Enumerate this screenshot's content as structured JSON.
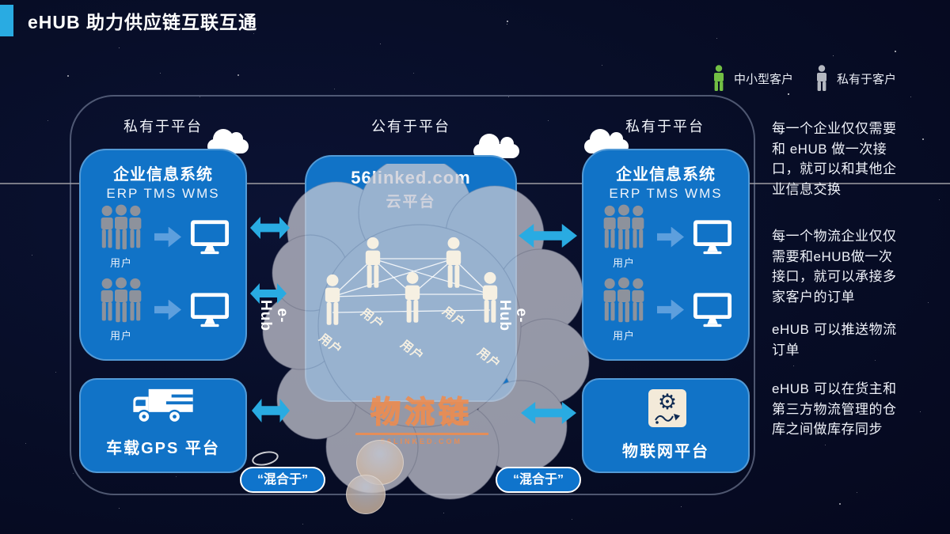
{
  "title": "eHUB 助力供应链互联互通",
  "legend": {
    "sme_label": "中小型客户",
    "private_label": "私有于客户"
  },
  "platform_headers": {
    "left": "私有于平台",
    "center": "公有于平台",
    "right": "私有于平台"
  },
  "left_box": {
    "title": "企业信息系统",
    "subtitle": "ERP TMS WMS",
    "user_label": "用户"
  },
  "center_box": {
    "title": "56linked.com",
    "subtitle": "云平台",
    "user_label": "用户",
    "watermark": {
      "text": "物流链",
      "subtext": "56LINKED.COM"
    }
  },
  "right_box": {
    "title": "企业信息系统",
    "subtitle": "ERP TMS WMS",
    "user_label": "用户"
  },
  "gps_box": {
    "label": "车载GPS 平台"
  },
  "iot_box": {
    "label": "物联网平台"
  },
  "ehub_arrow_label": {
    "line1": "e-",
    "line2": "Hub"
  },
  "mixed_pill_left": "“混合于”",
  "mixed_pill_right": "“混合于”",
  "notes": [
    "每一个企业仅仅需要和 eHUB 做一次接口，就可以和其他企业信息交换",
    "每一个物流企业仅仅需要和eHUB做一次接口，就可以承接多家客户的订单",
    "eHUB 可以推送物流订单",
    "eHUB 可以在货主和第三方物流管理的仓库之间做库存同步"
  ],
  "colors": {
    "background": "#070d26",
    "accent_cyan": "#29abe2",
    "box_blue": "#1173c7",
    "legend_green": "#72bf44",
    "legend_gray": "#b4b8c0",
    "watermark_orange": "#ef8c4e",
    "cloud_gray": "#c7c8d3"
  }
}
